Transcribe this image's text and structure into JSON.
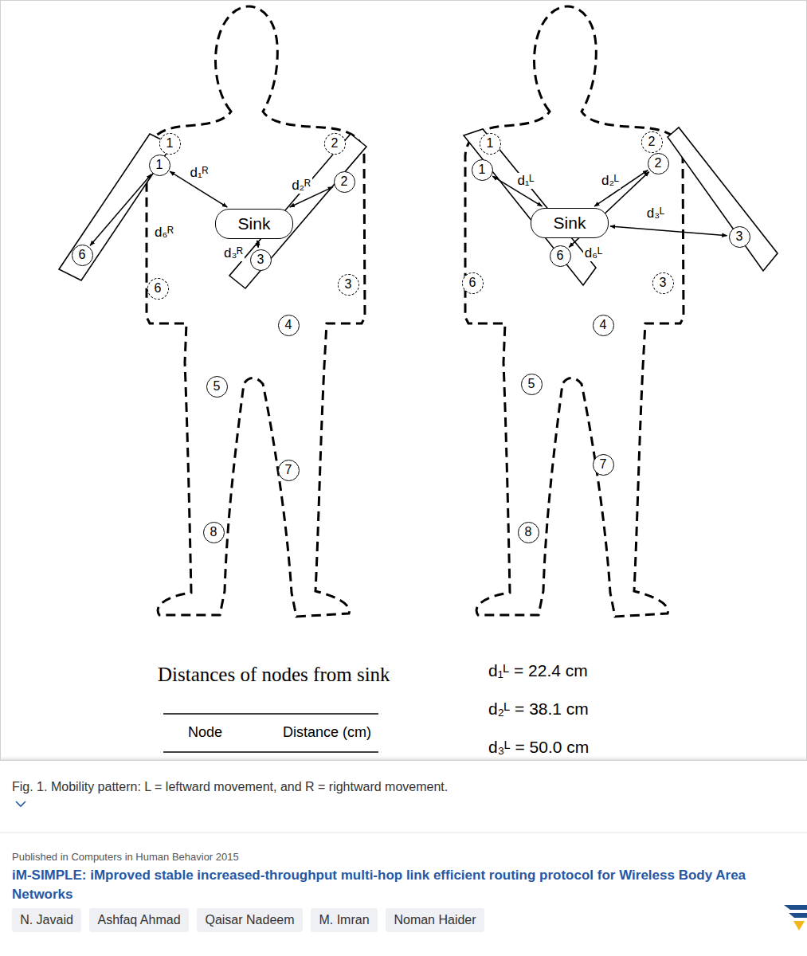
{
  "diagram": {
    "title": "iM-SIMPLE: iMproved stable increased-throughput multi-hop link efficient routing protocol for Wireless Body Area Networks",
    "caption": "Fig. 1. Mobility pattern: L = leftward movement, and R = rightward movement.",
    "nodes": [
      {
        "text": [
          "1"
        ]
      },
      {
        "text": [
          "2"
        ]
      },
      {
        "text": [
          "1"
        ]
      },
      {
        "text": [
          "2"
        ]
      },
      {
        "text": [
          "Sink"
        ]
      },
      {
        "text": [
          "6"
        ]
      },
      {
        "text": [
          "3"
        ]
      },
      {
        "text": [
          "6"
        ]
      },
      {
        "text": [
          "3"
        ]
      },
      {
        "text": [
          "4"
        ]
      },
      {
        "text": [
          "5"
        ]
      },
      {
        "text": [
          "7"
        ]
      },
      {
        "text": [
          "8"
        ]
      },
      {
        "text": [
          "1"
        ]
      },
      {
        "text": [
          "2"
        ]
      },
      {
        "text": [
          "1"
        ]
      },
      {
        "text": [
          "2"
        ]
      },
      {
        "text": [
          "Sink"
        ]
      },
      {
        "text": [
          "3"
        ]
      },
      {
        "text": [
          "6"
        ]
      },
      {
        "text": [
          "6"
        ]
      },
      {
        "text": [
          "3"
        ]
      },
      {
        "text": [
          "4"
        ]
      },
      {
        "text": [
          "5"
        ]
      },
      {
        "text": [
          "7"
        ]
      },
      {
        "text": [
          "8"
        ]
      },
      {
        "text": [
          "N. Javaid"
        ]
      },
      {
        "text": [
          "Ashfaq Ahmad"
        ]
      },
      {
        "text": [
          "Qaisar Nadeem"
        ]
      },
      {
        "text": [
          "M. Imran"
        ]
      },
      {
        "text": [
          "Noman Haider"
        ]
      }
    ],
    "edges": [
      {
        "from": 2,
        "to": 4,
        "arrow": "both",
        "label": "d₁ᴿ"
      },
      {
        "from": 3,
        "to": 4,
        "arrow": "both",
        "label": "d₂ᴿ"
      },
      {
        "from": 6,
        "to": 4,
        "arrow": "both",
        "label": "d₃ᴿ"
      },
      {
        "from": 2,
        "to": 5,
        "arrow": "both",
        "label": "d₆ᴿ"
      },
      {
        "from": 15,
        "to": 17,
        "arrow": "both",
        "label": "d₁ᴸ"
      },
      {
        "from": 16,
        "to": 17,
        "arrow": "both",
        "label": "d₂ᴸ"
      },
      {
        "from": 17,
        "to": 18,
        "arrow": "both",
        "label": "d₃ᴸ"
      },
      {
        "from": 16,
        "to": 19,
        "arrow": "both",
        "label": "d₆ᴸ"
      }
    ],
    "labels": [
      "Distances of nodes from sink",
      "Node",
      "Distance (cm)",
      "d₁ᴸ = 22.4 cm",
      "d₂ᴸ = 38.1 cm",
      "d₃ᴸ = 50.0 cm",
      "Published in Computers in Human Behavior 2015"
    ]
  }
}
